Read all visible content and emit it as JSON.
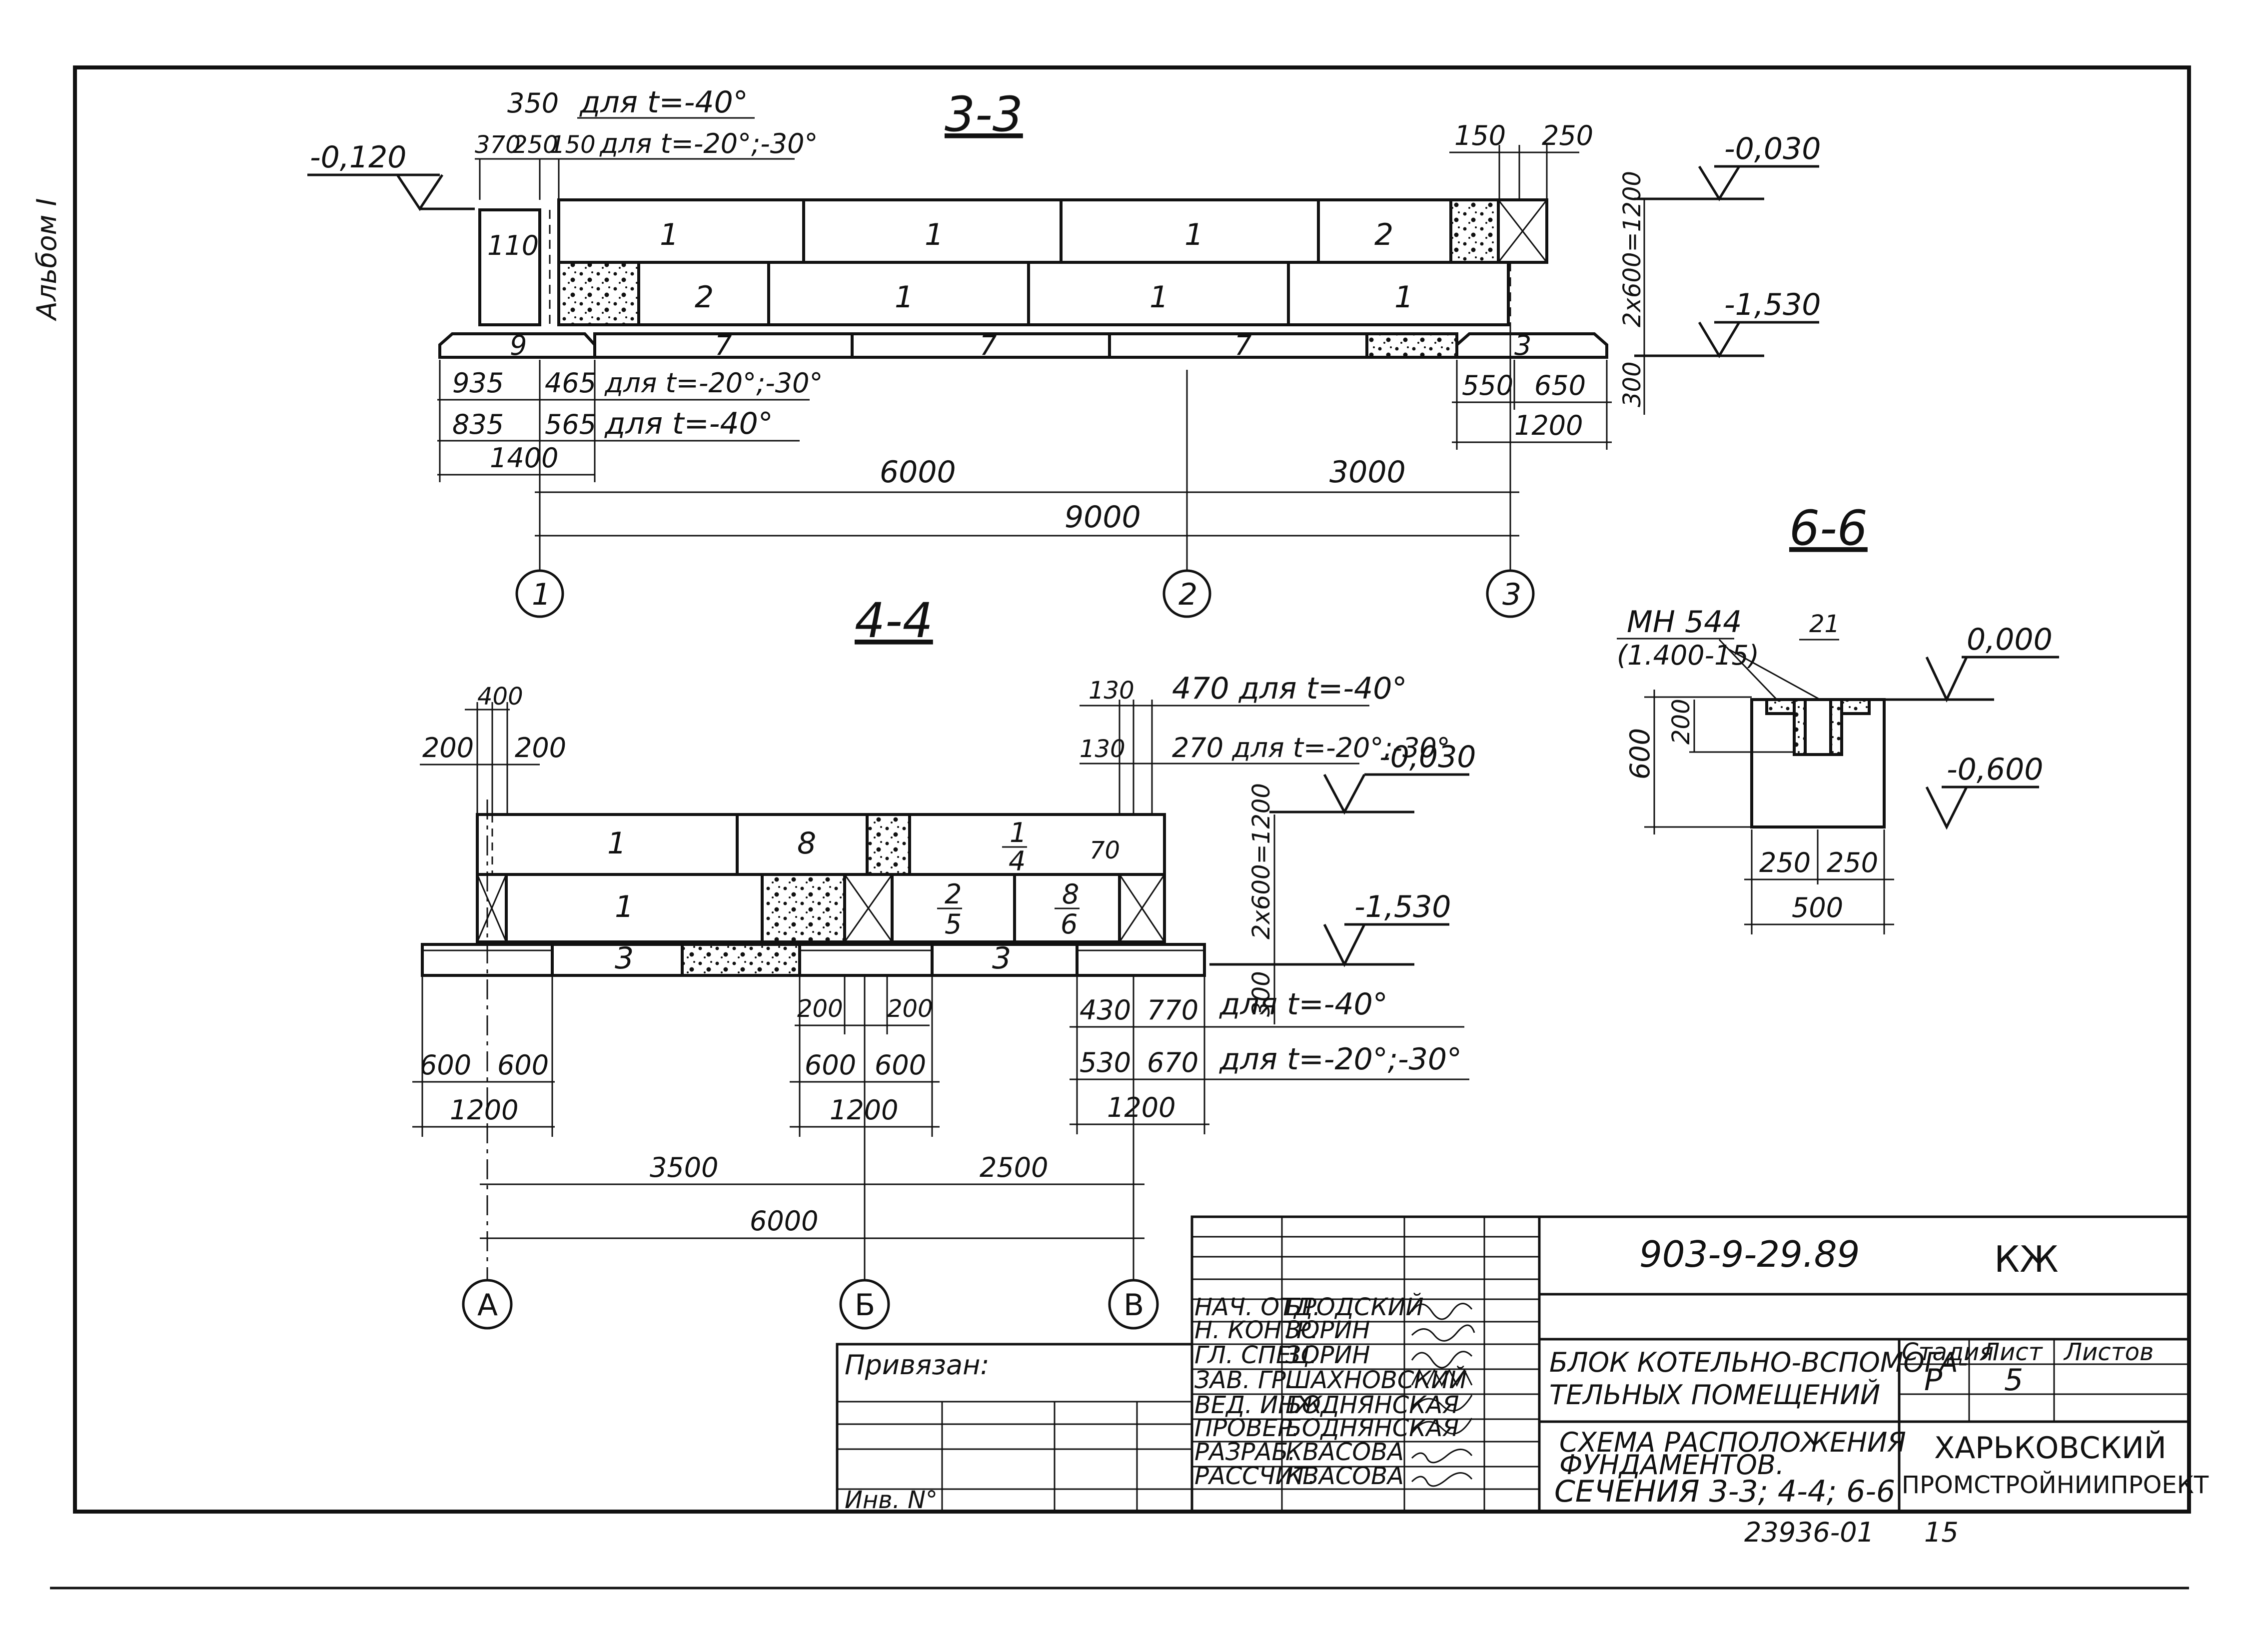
{
  "side_stamp": "Альбом I",
  "section_3_3": {
    "title": "3-3",
    "top_dims": [
      "350",
      "370",
      "250",
      "150"
    ],
    "note_minus40": "для t=-40°",
    "note_minus20_30": "для t=-20°;-30°",
    "level_left": "-0,120",
    "level_right_top": "-0,030",
    "level_right_bottom": "-1,530",
    "right_top_dims": [
      "150",
      "250"
    ],
    "height_dim_110": "110",
    "height_dim_blocks": "2x600=1200",
    "height_dim_300": "300",
    "row1_marks": [
      "1",
      "1",
      "1",
      "2"
    ],
    "row2_marks": [
      "2",
      "1",
      "1",
      "1"
    ],
    "footing_marks": [
      "9",
      "7",
      "7",
      "7",
      "3"
    ],
    "bottom_left_row1": [
      "935",
      "465"
    ],
    "bottom_left_row1_note": "для t=-20°;-30°",
    "bottom_left_row2": [
      "835",
      "565"
    ],
    "bottom_left_row2_note": "для t=-40°",
    "bottom_left_total": "1400",
    "bottom_right_dims": [
      "550",
      "650"
    ],
    "bottom_right_total": "1200",
    "span_dims": [
      "6000",
      "3000"
    ],
    "total_dim": "9000",
    "axes": [
      "1",
      "2",
      "3"
    ]
  },
  "section_4_4": {
    "title": "4-4",
    "top_left_dims": [
      "400",
      "200",
      "200"
    ],
    "top_right_dims": [
      "130",
      "130"
    ],
    "note_470": "470 для t=-40°",
    "note_270": "270 для t=-20°;-30°",
    "level_top": "-0,030",
    "level_bottom": "-1,530",
    "height_dim_blocks": "2x600=1200",
    "height_dim_300": "300",
    "dim_70": "70",
    "row1_marks": [
      "1",
      "8"
    ],
    "row1_frac_top": "1",
    "row1_frac_bottom": "4",
    "row2_marks": [
      "1"
    ],
    "row2_frac1_top": "2",
    "row2_frac1_bottom": "5",
    "row2_frac2_top": "8",
    "row2_frac2_bottom": "6",
    "footing_marks": [
      "3",
      "3"
    ],
    "foot_left_dims": [
      "600",
      "600"
    ],
    "foot_left_total": "1200",
    "foot_mid_top_dims": [
      "200",
      "200"
    ],
    "foot_mid_dims": [
      "600",
      "600"
    ],
    "foot_mid_total": "1200",
    "foot_right_row1": [
      "430",
      "770"
    ],
    "foot_right_row1_note": "для t=-40°",
    "foot_right_row2": [
      "530",
      "670"
    ],
    "foot_right_row2_note": "для t=-20°;-30°",
    "foot_right_total": "1200",
    "span_dims": [
      "3500",
      "2500"
    ],
    "total_dim": "6000",
    "axes": [
      "А",
      "Б",
      "В"
    ]
  },
  "section_6_6": {
    "title": "6-6",
    "embed_label": "МН 544",
    "embed_sub": "(1.400-15)",
    "dim_21": "21",
    "level_top": "0,000",
    "level_bottom": "-0,600",
    "dim_200": "200",
    "dim_600": "600",
    "bottom_dims": [
      "250",
      "250"
    ],
    "bottom_total": "500"
  },
  "title_block": {
    "doc_code": "903-9-29.89",
    "doc_mark": "КЖ",
    "bound_label": "Привязан:",
    "inv_label": "Инв. N°",
    "roles": [
      "НАЧ. ОТД.",
      "Н. КОНТР.",
      "ГЛ. СПЕЦ.",
      "ЗАВ. ГР.",
      "ВЕД. ИНЖ.",
      "ПРОВЕР.",
      "РАЗРАБ.",
      "РАССЧИТ."
    ],
    "names": [
      "БРОДСКИЙ",
      "ЗОРИН",
      "ЗОРИН",
      "ШАХНОВСКИЙ",
      "БОДНЯНСКАЯ",
      "БОДНЯНСКАЯ",
      "КВАСОВА",
      "КВАСОВА"
    ],
    "building_title_line1": "БЛОК КОТЕЛЬНО-ВСПОМОГА-",
    "building_title_line2": "ТЕЛЬНЫХ ПОМЕЩЕНИЙ",
    "sheet_title_line1": "СХЕМА РАСПОЛОЖЕНИЯ",
    "sheet_title_line2": "ФУНДАМЕНТОВ.",
    "sheet_title_line3": "СЕЧЕНИЯ 3-3; 4-4; 6-6",
    "stage_label": "Стадия",
    "sheet_label": "Лист",
    "sheets_label": "Листов",
    "stage": "Р",
    "sheet_no": "5",
    "org_line1": "ХАРЬКОВСКИЙ",
    "org_line2": "ПРОМСТРОЙНИИПРОЕКТ",
    "archive_no": "23936-01",
    "page_no": "15"
  }
}
